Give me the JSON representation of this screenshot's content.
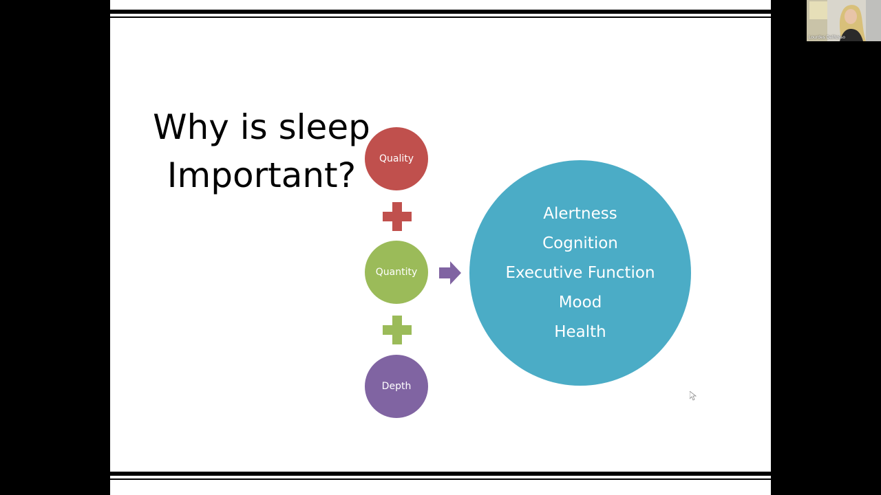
{
  "slide": {
    "title_line1": "Why is sleep",
    "title_line2": "Important?",
    "inputs": [
      {
        "label": "Quality",
        "color": "#c0504d"
      },
      {
        "label": "Quantity",
        "color": "#9bbb59"
      },
      {
        "label": "Depth",
        "color": "#8064a2"
      }
    ],
    "plus_colors": [
      "#c0504d",
      "#9bbb59"
    ],
    "arrow_color": "#8064a2",
    "outcome_color": "#4bacc6",
    "outcomes": [
      "Alertness",
      "Cognition",
      "Executive Function",
      "Mood",
      "Health"
    ]
  },
  "webcam": {
    "participant_name": "Lourdes DelRosso"
  }
}
